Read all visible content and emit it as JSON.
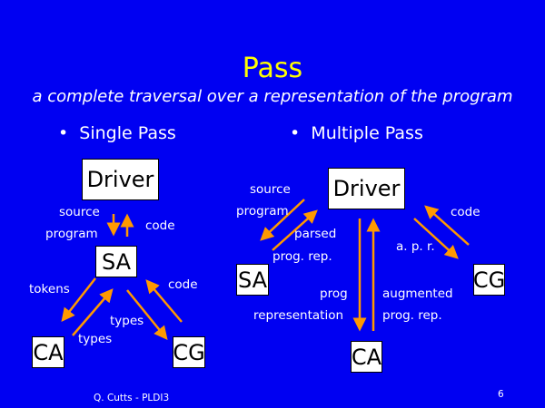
{
  "slide": {
    "title": "Pass",
    "subtitle": "a complete traversal over a representation of the program",
    "bullets": [
      "Single Pass",
      "Multiple Pass"
    ],
    "footer": "Q. Cutts  -  PLDI3",
    "page_number": "6"
  },
  "single_pass": {
    "nodes": {
      "driver": "Driver",
      "sa": "SA",
      "ca": "CA",
      "cg": "CG"
    },
    "labels": {
      "source": "source",
      "program": "program",
      "code_up": "code",
      "tokens": "tokens",
      "code_cg": "code",
      "types_cg": "types",
      "types_ca": "types"
    }
  },
  "multiple_pass": {
    "nodes": {
      "driver": "Driver",
      "sa": "SA",
      "ca": "CA",
      "cg": "CG"
    },
    "labels": {
      "source": "source",
      "program": "program",
      "parsed": "parsed",
      "prog_rep": "prog. rep.",
      "prog": "prog",
      "representation": "representation",
      "augmented": "augmented",
      "aug_prog_rep": "prog. rep.",
      "apr": "a. p. r.",
      "code": "code"
    }
  },
  "colors": {
    "background": "#0000f2",
    "title": "#ffff00",
    "arrow": "#ff9900"
  }
}
